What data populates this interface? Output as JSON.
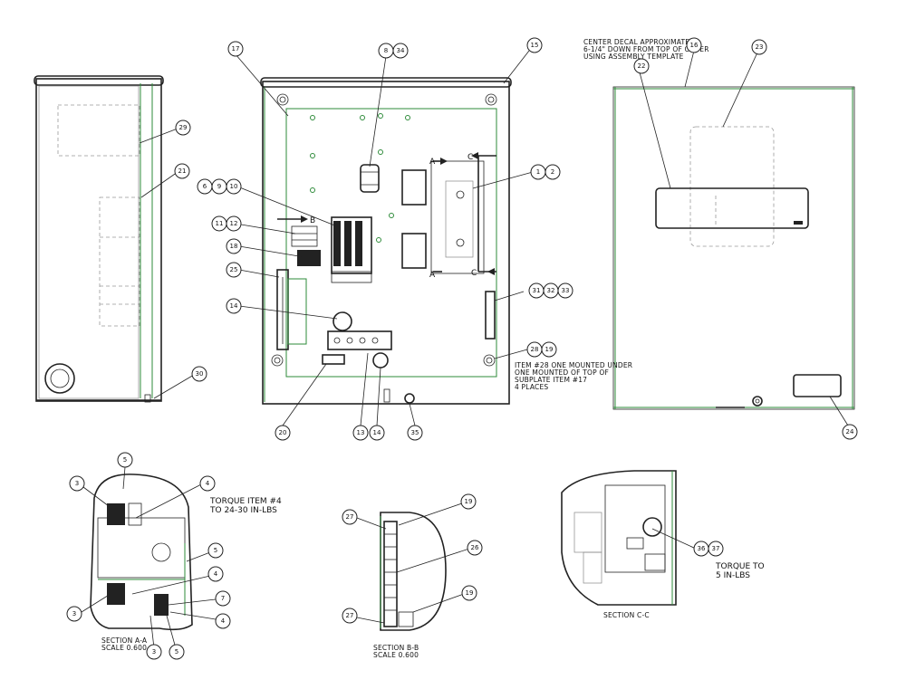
{
  "notes": {
    "center_decal_1": "CENTER DECAL APPROXIMATELY",
    "center_decal_2": "6-1/4\" DOWN FROM TOP OF COVER",
    "center_decal_3": "USING ASSEMBLY TEMPLATE",
    "item28_1": "ITEM #28 ONE MOUNTED UNDER",
    "item28_2": "ONE MOUNTED OF TOP OF",
    "item28_3": "SUBPLATE ITEM #17",
    "item28_4": "4 PLACES",
    "torque_item4_1": "TORQUE ITEM #4",
    "torque_item4_2": "TO 24-30 IN-LBS",
    "torque_to_1": "TORQUE TO",
    "torque_to_2": "5 IN-LBS"
  },
  "sections": {
    "aa_title": "SECTION   A-A",
    "aa_scale": "SCALE   0.600",
    "bb_title": "SECTION   B-B",
    "bb_scale": "SCALE   0.600",
    "cc_title": "SECTION   C-C"
  },
  "section_markers": {
    "a_top": "A",
    "a_bottom": "A",
    "c_top": "C",
    "c_bottom": "C",
    "b": "B"
  },
  "balloons": {
    "b17": "17",
    "b8": "8",
    "b34": "34",
    "b15": "15",
    "b16": "16",
    "b22": "22",
    "b23": "23",
    "b29": "29",
    "b21": "21",
    "b30": "30",
    "b6": "6",
    "b9": "9",
    "b10": "10",
    "b11": "11",
    "b12": "12",
    "b18": "18",
    "b25": "25",
    "b14a": "14",
    "b1": "1",
    "b2": "2",
    "b31": "31",
    "b32": "32",
    "b33": "33",
    "b28": "28",
    "b19a": "19",
    "b20": "20",
    "b13": "13",
    "b14b": "14",
    "b35": "35",
    "b24": "24",
    "aa5a": "5",
    "aa3a": "3",
    "aa4a": "4",
    "aa5b": "5",
    "aa4b": "4",
    "aa7": "7",
    "aa3b": "3",
    "aa4c": "4",
    "aa3c": "3",
    "aa5c": "5",
    "bb27a": "27",
    "bb19a": "19",
    "bb26": "26",
    "bb19b": "19",
    "bb27b": "27",
    "cc36": "36",
    "cc37": "37"
  }
}
